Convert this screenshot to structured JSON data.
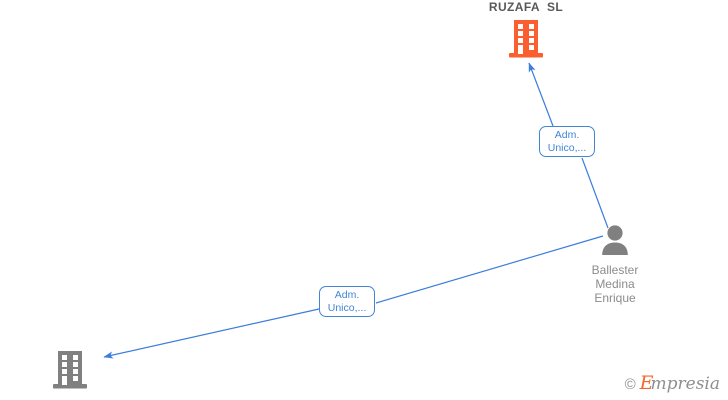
{
  "diagram": {
    "background_color": "#ffffff",
    "edge_color": "#4285d6",
    "company_main_color": "#fb5f30",
    "company_second_color": "#808080",
    "person_color": "#808080",
    "title_color": "#595959"
  },
  "nodes": {
    "company_main": {
      "title": "RUZAFA  SL",
      "icon": "building-icon",
      "color": "#fb5f30"
    },
    "company_second": {
      "title": "",
      "icon": "building-icon",
      "color": "#808080"
    },
    "person": {
      "icon": "person-icon",
      "name_line_1": "Ballester",
      "name_line_2": "Medina",
      "name_line_3": "Enrique",
      "color": "#808080"
    }
  },
  "relations": [
    {
      "id": "rel-1",
      "line_1": "Adm.",
      "line_2": "Unico,...",
      "from": "person",
      "to": "company_main"
    },
    {
      "id": "rel-2",
      "line_1": "Adm.",
      "line_2": "Unico,...",
      "from": "person",
      "to": "company_second"
    }
  ],
  "watermark": {
    "copyright": "©",
    "brand_initial": "E",
    "brand_rest": "mpresia"
  }
}
